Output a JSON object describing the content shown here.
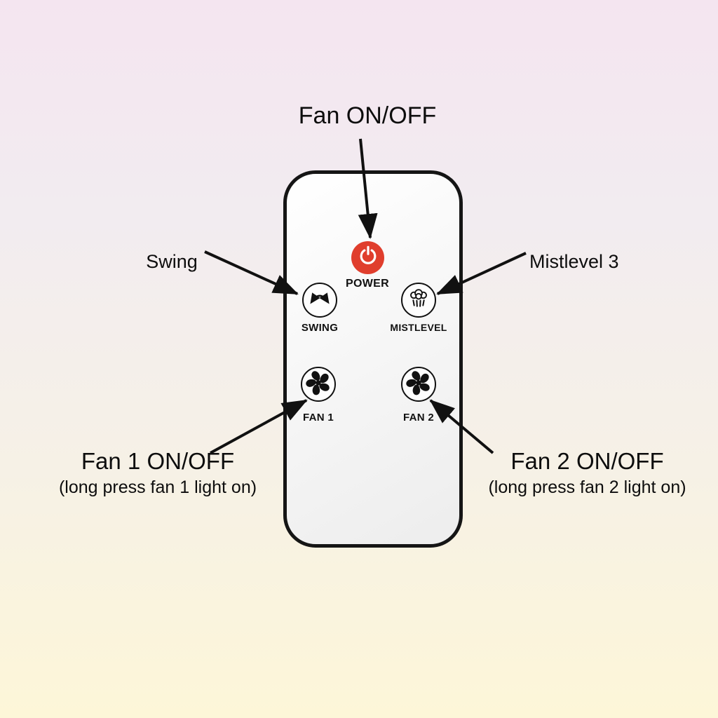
{
  "annotations": {
    "power": {
      "label": "Fan ON/OFF"
    },
    "swing": {
      "label": "Swing"
    },
    "mist": {
      "label": "Mistlevel 3"
    },
    "fan1": {
      "label": "Fan 1 ON/OFF",
      "sublabel": "(long press fan 1 light on)"
    },
    "fan2": {
      "label": "Fan 2 ON/OFF",
      "sublabel": "(long press fan 2 light on)"
    }
  },
  "remote": {
    "buttons": {
      "power": {
        "label": "POWER",
        "icon": "power-icon",
        "color": "#e03e2d"
      },
      "swing": {
        "label": "SWING",
        "icon": "swing-oscillate-icon"
      },
      "mist": {
        "label": "MISTLEVEL",
        "icon": "mist-spray-icon"
      },
      "fan1": {
        "label": "FAN 1",
        "icon": "fan-blades-icon"
      },
      "fan2": {
        "label": "FAN 2",
        "icon": "fan-blades-icon"
      }
    }
  }
}
